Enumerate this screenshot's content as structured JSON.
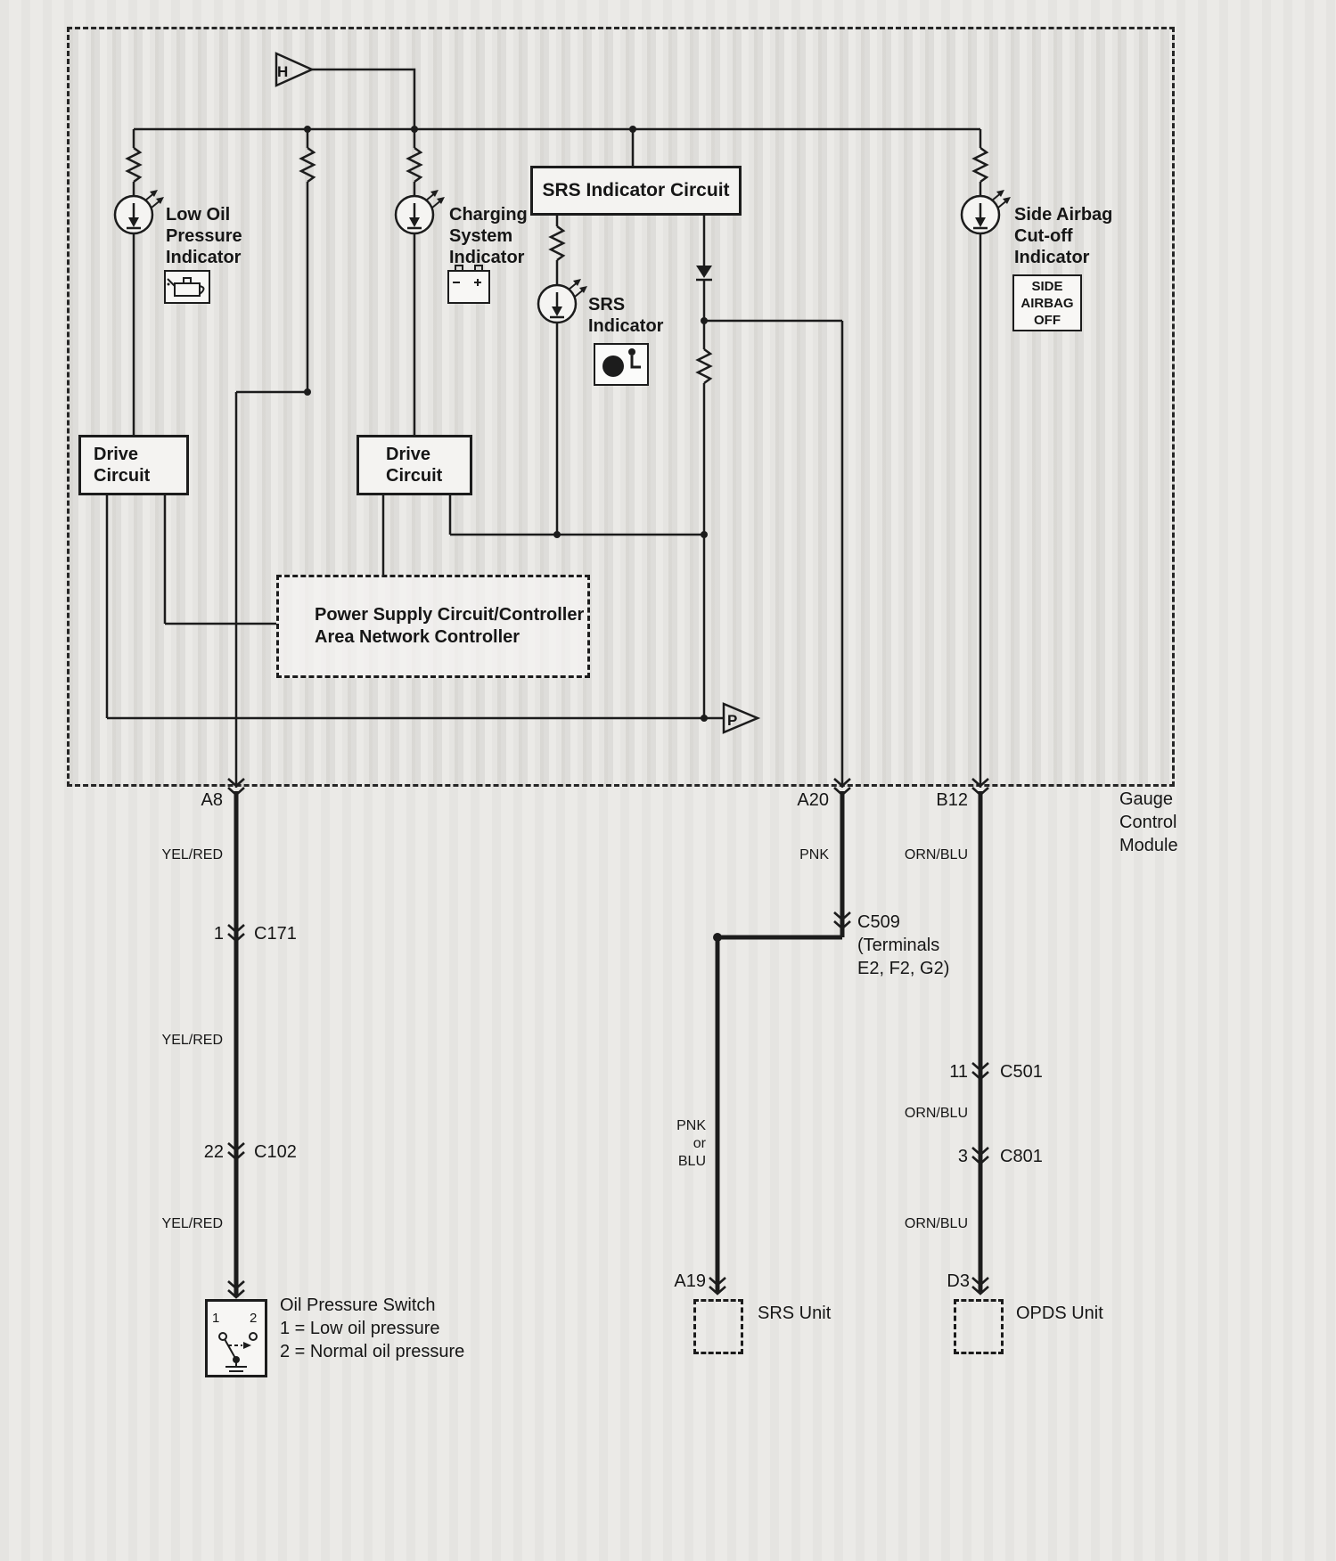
{
  "module_label": {
    "l1": "Gauge",
    "l2": "Control",
    "l3": "Module"
  },
  "flags": {
    "h": "H",
    "p": "P"
  },
  "blocks": {
    "srs_indicator_circuit": "SRS Indicator Circuit",
    "drive1_l1": "Drive",
    "drive1_l2": "Circuit",
    "drive2_l1": "Drive",
    "drive2_l2": "Circuit",
    "power_l1": "Power Supply Circuit/Controller",
    "power_l2": "Area Network Controller"
  },
  "indicators": {
    "low_oil": {
      "l1": "Low Oil",
      "l2": "Pressure",
      "l3": "Indicator"
    },
    "charging": {
      "l1": "Charging",
      "l2": "System",
      "l3": "Indicator"
    },
    "srs": {
      "l1": "SRS",
      "l2": "Indicator"
    },
    "side_airbag": {
      "l1": "Side Airbag",
      "l2": "Cut-off",
      "l3": "Indicator"
    },
    "badge": {
      "l1": "SIDE",
      "l2": "AIRBAG",
      "l3": "OFF"
    }
  },
  "pins": {
    "a8": "A8",
    "a20": "A20",
    "b12": "B12",
    "a19": "A19",
    "d3": "D3"
  },
  "wire_a8": {
    "color_top": "YEL/RED",
    "c171_pin": "1",
    "c171": "C171",
    "color_mid": "YEL/RED",
    "c102_pin": "22",
    "c102": "C102",
    "color_bottom": "YEL/RED"
  },
  "wire_a20": {
    "color_top": "PNK",
    "c509": "C509",
    "c509_note1": "(Terminals",
    "c509_note2": "E2, F2, G2)",
    "color_l1": "PNK",
    "color_l2": "or",
    "color_l3": "BLU"
  },
  "wire_b12": {
    "color_top": "ORN/BLU",
    "c501_pin": "11",
    "c501": "C501",
    "color_mid": "ORN/BLU",
    "c801_pin": "3",
    "c801": "C801",
    "color_bottom": "ORN/BLU"
  },
  "oil_switch": {
    "title": "Oil Pressure Switch",
    "legend1": "1 = Low oil pressure",
    "legend2": "2 = Normal oil pressure",
    "t1": "1",
    "t2": "2"
  },
  "units": {
    "srs": "SRS Unit",
    "opds": "OPDS Unit"
  },
  "colors": {
    "ink": "#1c1c1c",
    "paper": "#ebeae7"
  }
}
